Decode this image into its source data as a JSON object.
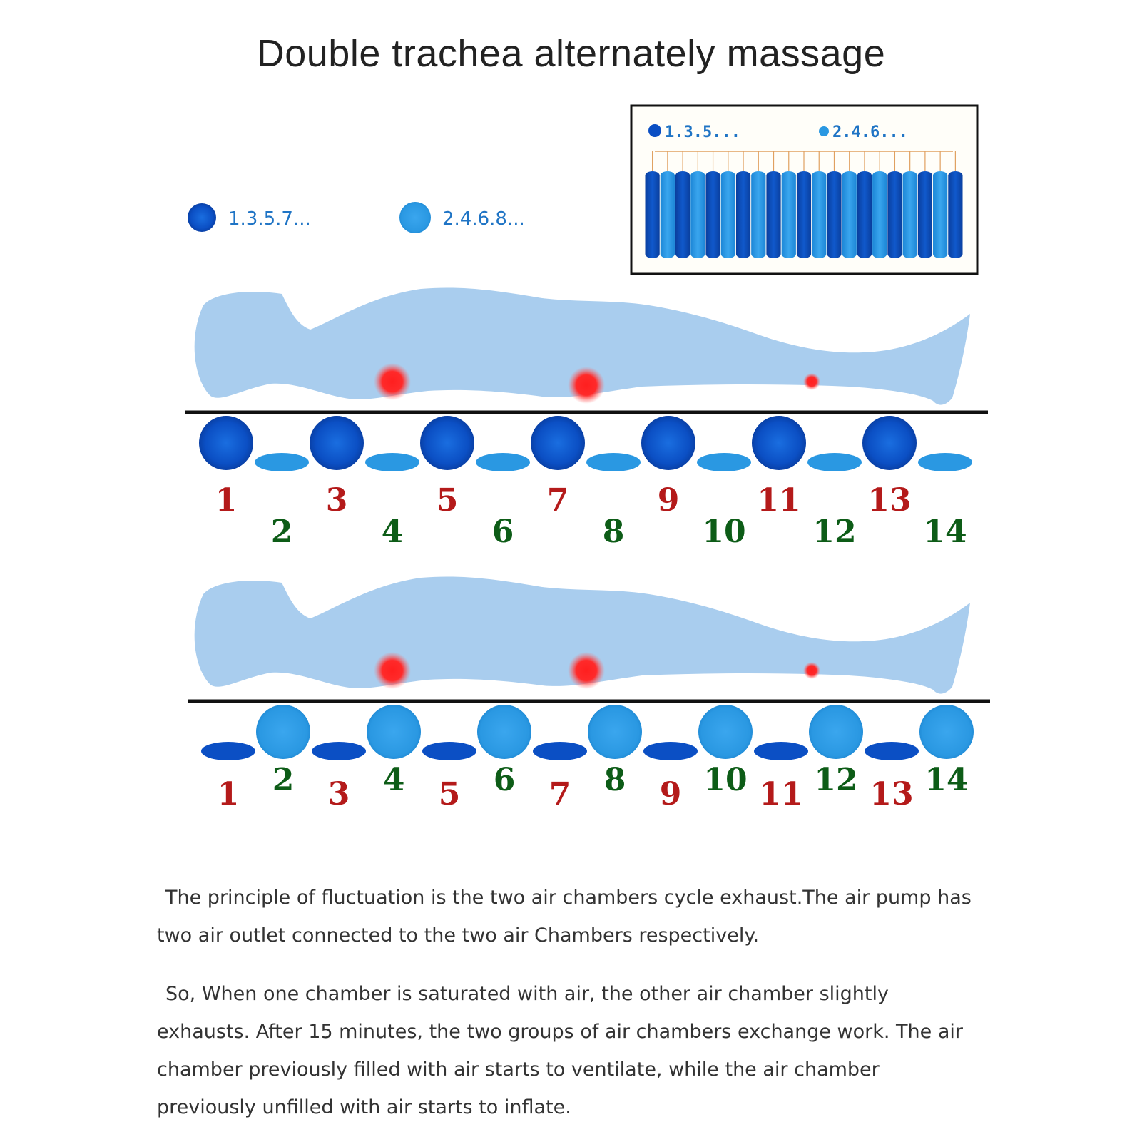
{
  "title": "Double trachea alternately massage",
  "colors": {
    "dark_chamber": "#0b4fc4",
    "light_chamber": "#2a98e2",
    "body": "#a9cdee",
    "pressure_point": "#ff1f1f",
    "odd_number": "#b41a1a",
    "even_number": "#0d5c17"
  },
  "legend": {
    "odd": {
      "label": "1.3.5.7...",
      "icon": "dark-blue-circle"
    },
    "even": {
      "label": "2.4.6.8...",
      "icon": "light-blue-circle"
    }
  },
  "inset": {
    "odd_label": "1.3.5...",
    "even_label": "2.4.6...",
    "tube_count": 21
  },
  "panels": [
    {
      "state": "odd chambers inflated, even chambers deflated",
      "chambers": [
        "1",
        "2",
        "3",
        "4",
        "5",
        "6",
        "7",
        "8",
        "9",
        "10",
        "11",
        "12",
        "13",
        "14"
      ]
    },
    {
      "state": "even chambers inflated, odd chambers deflated",
      "chambers": [
        "1",
        "2",
        "3",
        "4",
        "5",
        "6",
        "7",
        "8",
        "9",
        "10",
        "11",
        "12",
        "13",
        "14"
      ]
    }
  ],
  "description": {
    "paragraph1": "The principle of fluctuation is the two air chambers cycle exhaust.The air pump has two air outlet connected to the two air Chambers respectively.",
    "paragraph2": "So, When one chamber is saturated with air, the other air chamber slightly exhausts. After 15 minutes, the two groups of air chambers exchange work. The air chamber previously filled with air starts to ventilate, while the air chamber previously unfilled with air starts to inflate."
  }
}
